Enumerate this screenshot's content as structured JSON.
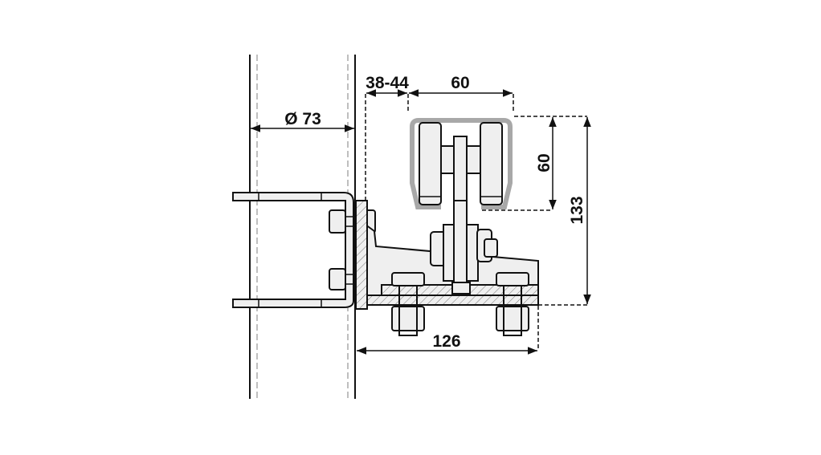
{
  "drawing": {
    "dimensions": {
      "post_diameter": "Ø 73",
      "gap": "38-44",
      "rail_width": "60",
      "rail_height": "60",
      "total_height": "133",
      "bracket_length": "126"
    },
    "colors": {
      "rail_profile": "#a8a8a8",
      "parts_fill": "#efefef",
      "line": "#111111"
    }
  }
}
